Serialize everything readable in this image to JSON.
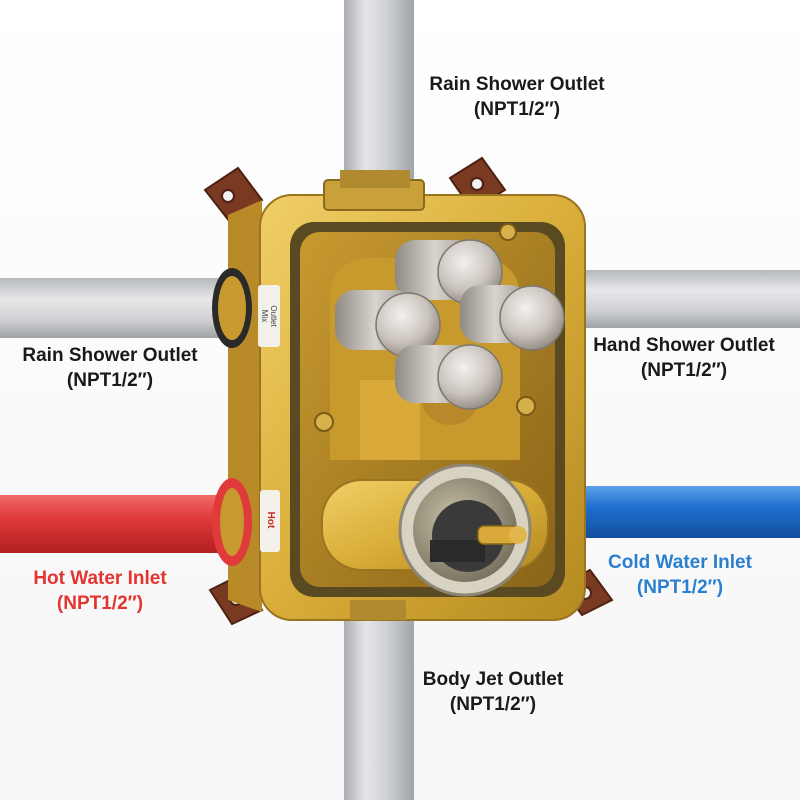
{
  "labels": {
    "top": {
      "name": "Rain Shower Outlet",
      "spec": "(NPT1/2″)"
    },
    "left": {
      "name": "Rain Shower Outlet",
      "spec": "(NPT1/2″)"
    },
    "right": {
      "name": "Hand Shower Outlet",
      "spec": "(NPT1/2″)"
    },
    "hot": {
      "name": "Hot Water Inlet",
      "spec": "(NPT1/2″)"
    },
    "cold": {
      "name": "Cold Water Inlet",
      "spec": "(NPT1/2″)"
    },
    "bottom": {
      "name": "Body Jet Outlet",
      "spec": "(NPT1/2″)"
    }
  },
  "stamps": {
    "outlet_mix": {
      "line1": "Outlet",
      "line2": "Mix"
    },
    "hot": "Hot"
  },
  "colors": {
    "hot_pipe": "#e13a3a",
    "cold_pipe": "#1f6fce",
    "hot_text": "#e2352f",
    "cold_text": "#2b7fcf",
    "brass": "#d9ad38",
    "silver_pipe": "#cfd1d4",
    "bracket": "#7a3a22"
  }
}
